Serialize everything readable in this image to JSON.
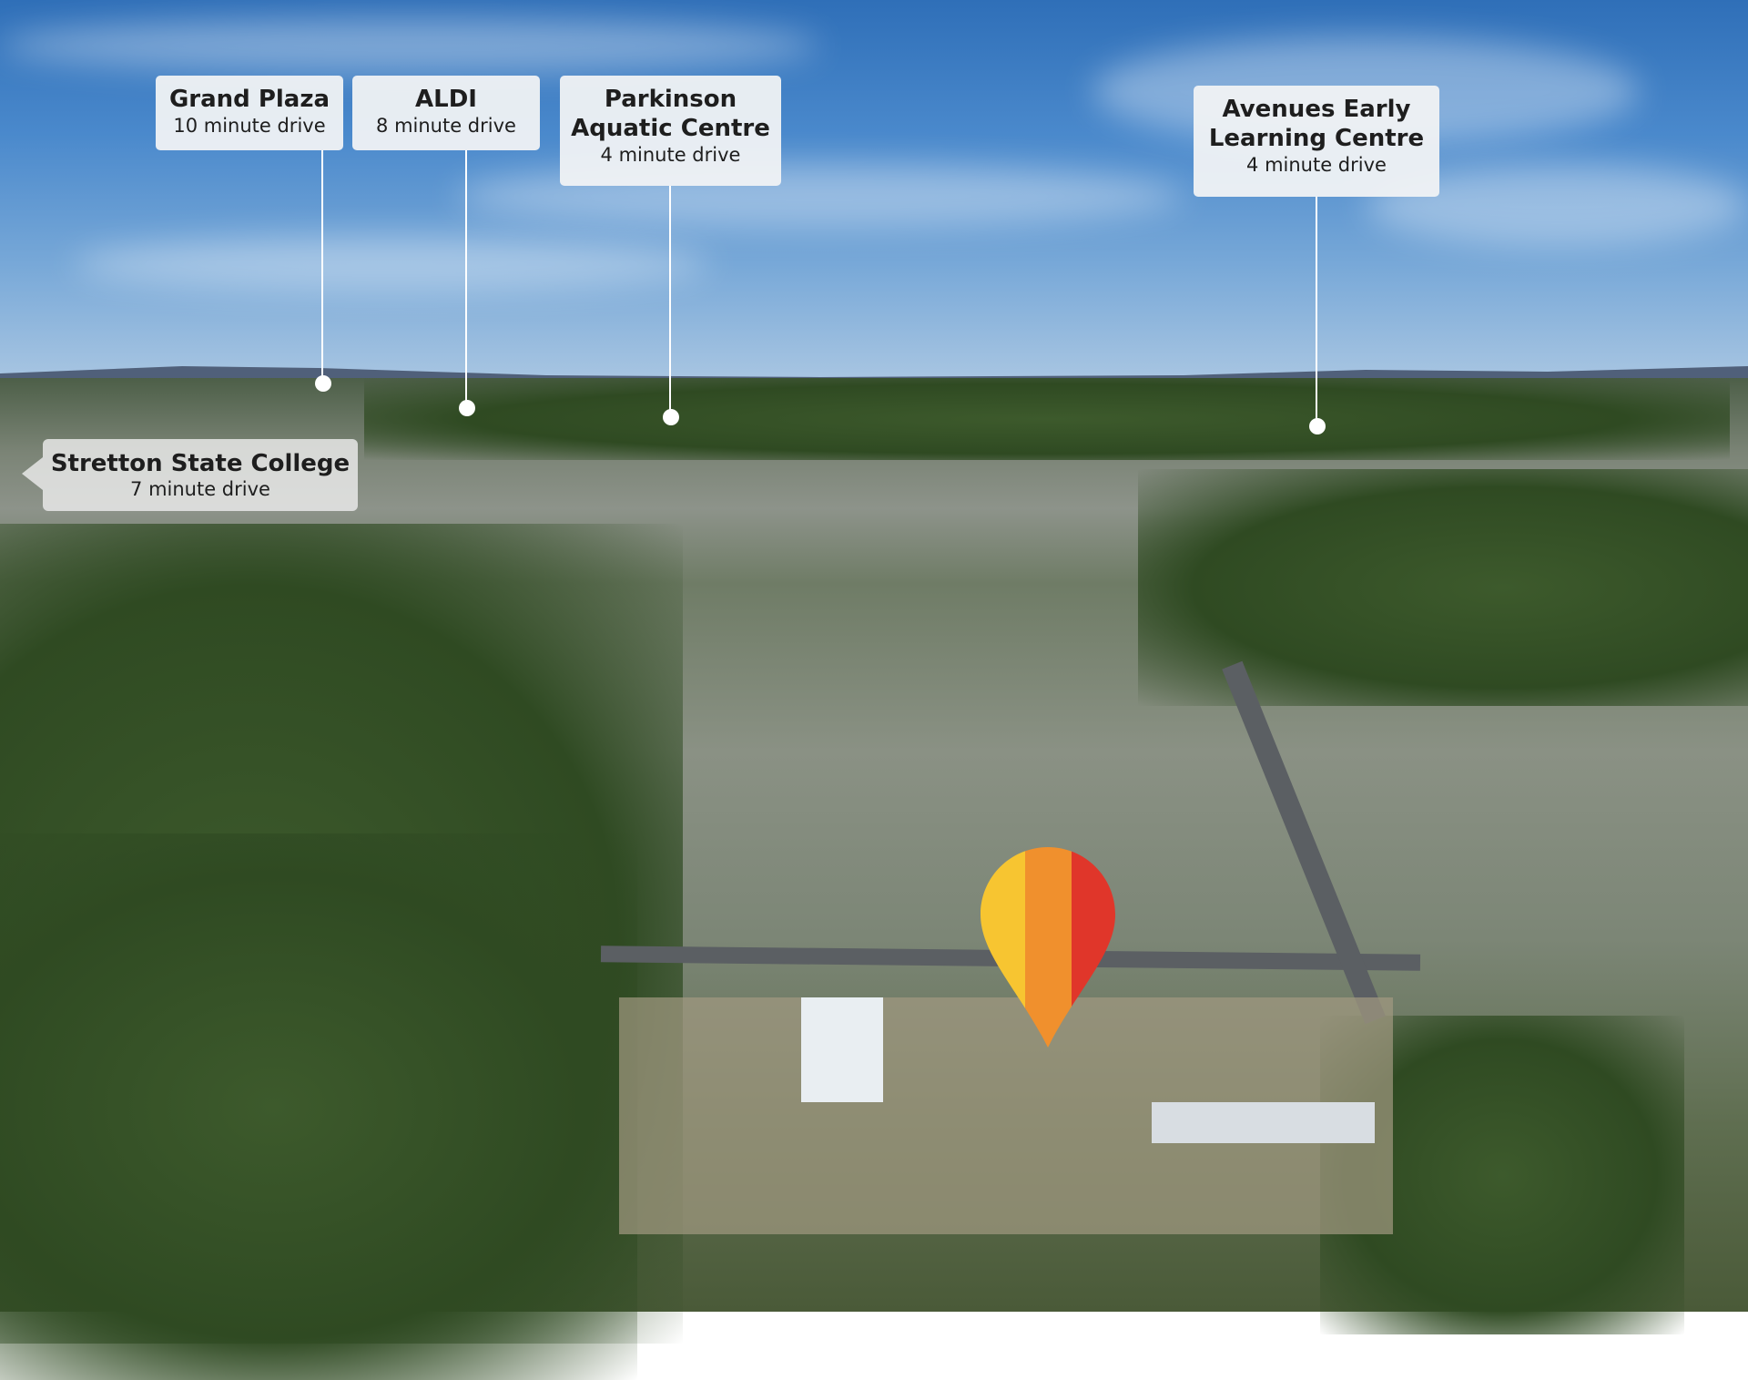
{
  "labels": [
    {
      "title": "Grand Plaza",
      "subtitle": "10 minute drive"
    },
    {
      "title": "ALDI",
      "subtitle": "8 minute drive"
    },
    {
      "title": "Parkinson Aquatic Centre",
      "title_line1": "Parkinson",
      "title_line2": "Aquatic Centre",
      "subtitle": "4 minute drive"
    },
    {
      "title": "Avenues Early Learning Centre",
      "title_line1": "Avenues Early",
      "title_line2": "Learning Centre",
      "subtitle": "4 minute drive"
    }
  ],
  "offscreen_label": {
    "title": "Stretton State College",
    "subtitle": "7 minute drive"
  },
  "pin_colors": [
    "#f7c531",
    "#f0902d",
    "#e0362a"
  ]
}
